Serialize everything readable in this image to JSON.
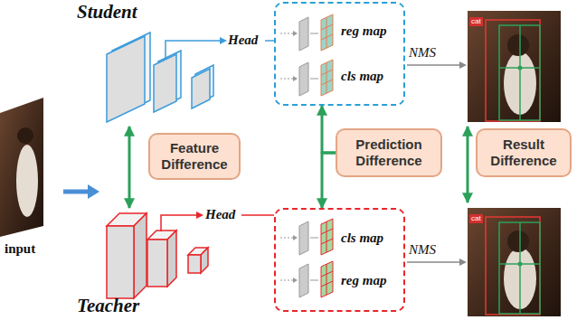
{
  "diagram": {
    "nodes": [
      {
        "text": [
          "reg map",
          "cls map"
        ]
      },
      {
        "text": [
          "Feature Difference"
        ]
      },
      {
        "text": [
          "Prediction Difference"
        ]
      },
      {
        "text": [
          "Result Difference"
        ]
      },
      {
        "text": [
          "cls map",
          "reg map"
        ]
      }
    ],
    "edges": [
      {
        "from": 2,
        "to": 0,
        "arrow": "to"
      },
      {
        "from": 2,
        "to": 4,
        "arrow": "to"
      }
    ],
    "labels": [
      "Student",
      "Head",
      "NMS",
      "cat",
      "input",
      "Head",
      "NMS",
      "cat",
      "Teacher"
    ]
  }
}
